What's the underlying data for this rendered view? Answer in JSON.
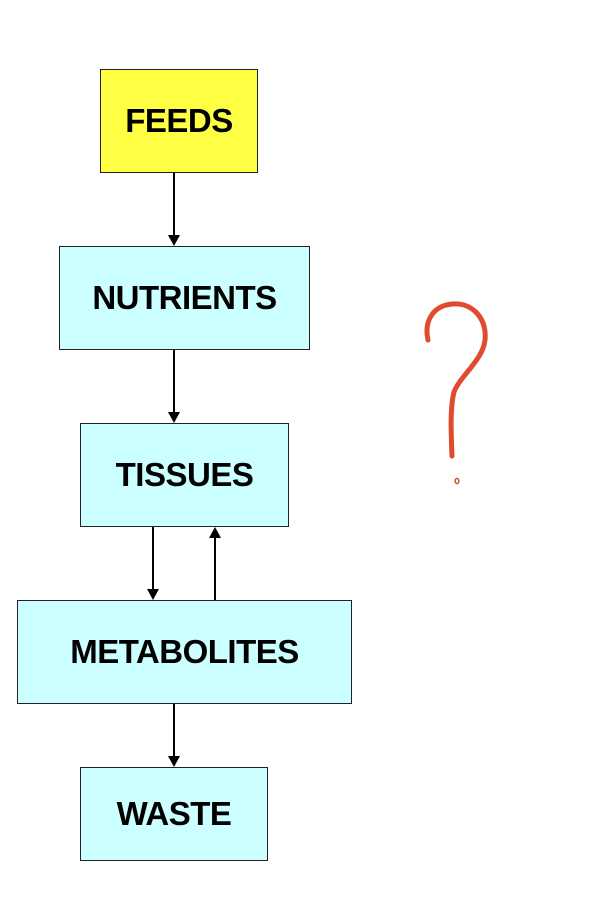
{
  "nodes": [
    {
      "id": "feeds",
      "label": "FEEDS"
    },
    {
      "id": "nutrients",
      "label": "NUTRIENTS"
    },
    {
      "id": "tissues",
      "label": "TISSUES"
    },
    {
      "id": "metabolites",
      "label": "METABOLITES"
    },
    {
      "id": "waste",
      "label": "WASTE"
    }
  ],
  "edges": [
    {
      "from": "feeds",
      "to": "nutrients"
    },
    {
      "from": "nutrients",
      "to": "tissues"
    },
    {
      "from": "tissues",
      "to": "metabolites"
    },
    {
      "from": "metabolites",
      "to": "tissues"
    },
    {
      "from": "metabolites",
      "to": "waste"
    }
  ],
  "annotation": {
    "icon": "question-mark-icon"
  },
  "colors": {
    "feeds_fill": "#ffff44",
    "node_fill": "#ccffff",
    "border": "#222222",
    "arrow": "#000000",
    "annotation": "#e04a2e"
  }
}
